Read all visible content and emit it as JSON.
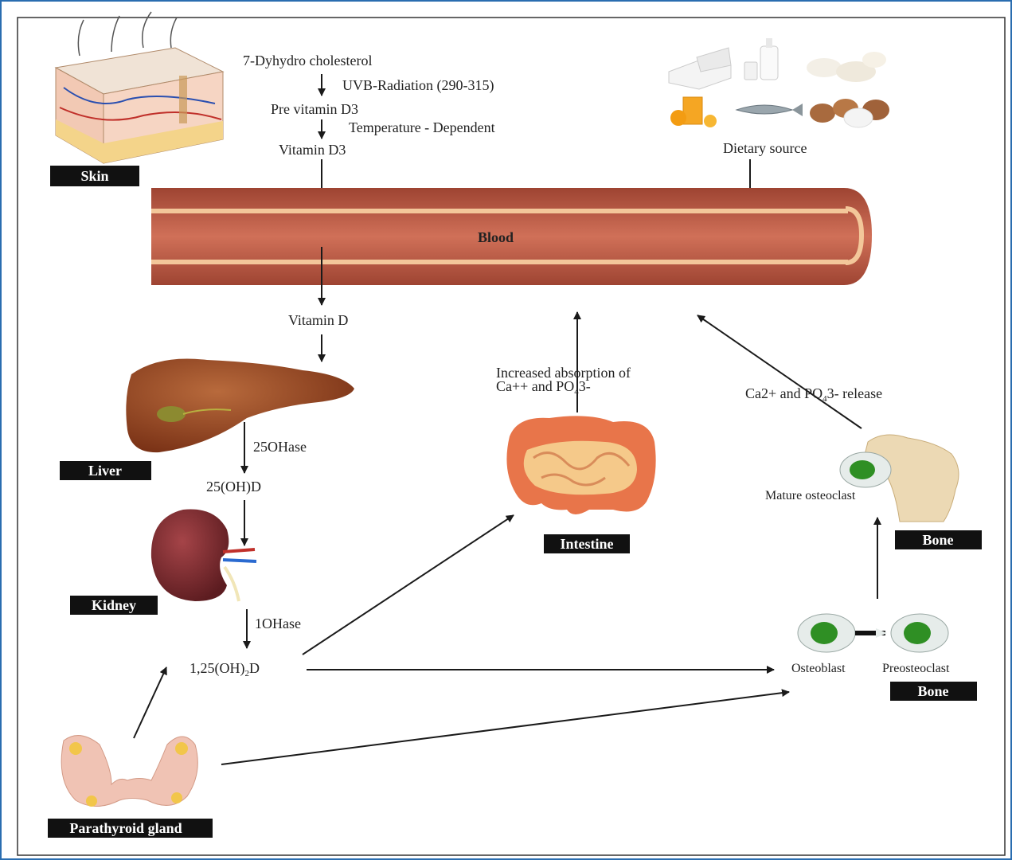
{
  "synthesis": {
    "step1": "7-Dyhydro cholesterol",
    "step1_condition": "UVB-Radiation (290-315)",
    "step2": "Pre vitamin D3",
    "step2_condition": "Temperature - Dependent",
    "step3": "Vitamin D3"
  },
  "dietary": {
    "label": "Dietary source"
  },
  "blood": {
    "label": "Blood"
  },
  "metabolism": {
    "vitamin_d": "Vitamin D",
    "enzyme_liver": "25OHase",
    "metabolite_1": "25(OH)D",
    "enzyme_kidney": "1OHase",
    "active_main": "1,25(OH)",
    "active_sub": "2",
    "active_end": "D"
  },
  "intestine": {
    "line1": "Increased absorption of",
    "line2_main": "Ca++ and PO",
    "line2_sub": "4",
    "line2_end": "3-"
  },
  "bone_release": {
    "main": "Ca2+ and PO",
    "sub": "4",
    "end": "3- release"
  },
  "cells": {
    "mature": "Mature osteoclast",
    "osteoblast": "Osteoblast",
    "preosteoclast": "Preosteoclast"
  },
  "organs": {
    "skin": "Skin",
    "liver": "Liver",
    "kidney": "Kidney",
    "intestine": "Intestine",
    "bone_top": "Bone",
    "bone_bottom": "Bone",
    "parathyroid": "Parathyroid gland"
  },
  "colors": {
    "vessel_wall": "#b85a44",
    "vessel_lumen": "#c9664f",
    "vessel_stripe": "#f3c79a",
    "organ_label_bg": "#111111",
    "cell_nucleus": "#2f8f24",
    "cell_body": "#e6ecea",
    "liver": "#8e3f1f",
    "kidney": "#7a2a2c",
    "intestine": "#e57a4a",
    "bone": "#ecd9b4"
  },
  "icons": [
    "skin-cross-section-icon",
    "dairy-food-icon",
    "milk-bottle-icon",
    "cheese-icon",
    "orange-juice-icon",
    "fish-icon",
    "eggs-icon",
    "liver-icon",
    "kidney-icon",
    "intestine-icon",
    "bone-icon",
    "parathyroid-icon"
  ]
}
